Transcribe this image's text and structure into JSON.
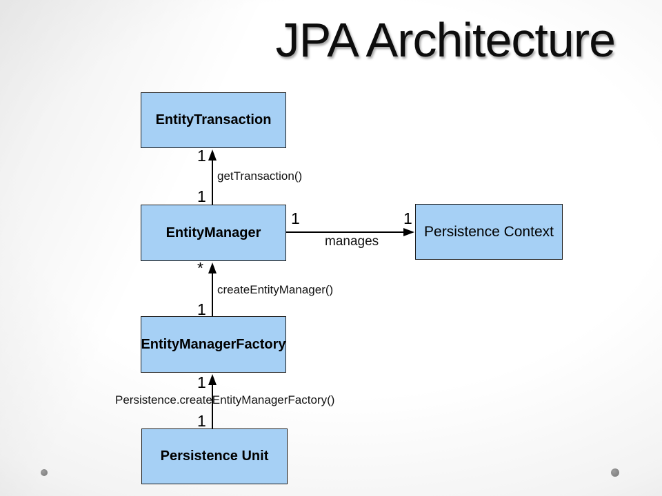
{
  "slide": {
    "title": "JPA Architecture"
  },
  "colors": {
    "box_fill": "#a6d0f5",
    "box_border": "#1a1a1a",
    "connector": "#000000",
    "title_text": "#0d0d0d"
  },
  "diagram": {
    "nodes": [
      {
        "id": "entity-transaction",
        "label": "EntityTransaction"
      },
      {
        "id": "entity-manager",
        "label": "EntityManager"
      },
      {
        "id": "persistence-context",
        "label": "Persistence Context"
      },
      {
        "id": "entity-manager-factory",
        "label": "EntityManagerFactory"
      },
      {
        "id": "persistence-unit",
        "label": "Persistence Unit"
      }
    ],
    "edges": [
      {
        "from": "EntityManager",
        "to": "EntityTransaction",
        "label": "getTransaction()",
        "multiplicity_source": "1",
        "multiplicity_target": "1"
      },
      {
        "from": "EntityManager",
        "to": "Persistence Context",
        "label": "manages",
        "multiplicity_source": "1",
        "multiplicity_target": "1"
      },
      {
        "from": "EntityManagerFactory",
        "to": "EntityManager",
        "label": "createEntityManager()",
        "multiplicity_source": "1",
        "multiplicity_target": "*"
      },
      {
        "from": "Persistence Unit",
        "to": "EntityManagerFactory",
        "label": "Persistence.createEntityManagerFactory()",
        "multiplicity_source": "1",
        "multiplicity_target": "1"
      }
    ]
  }
}
